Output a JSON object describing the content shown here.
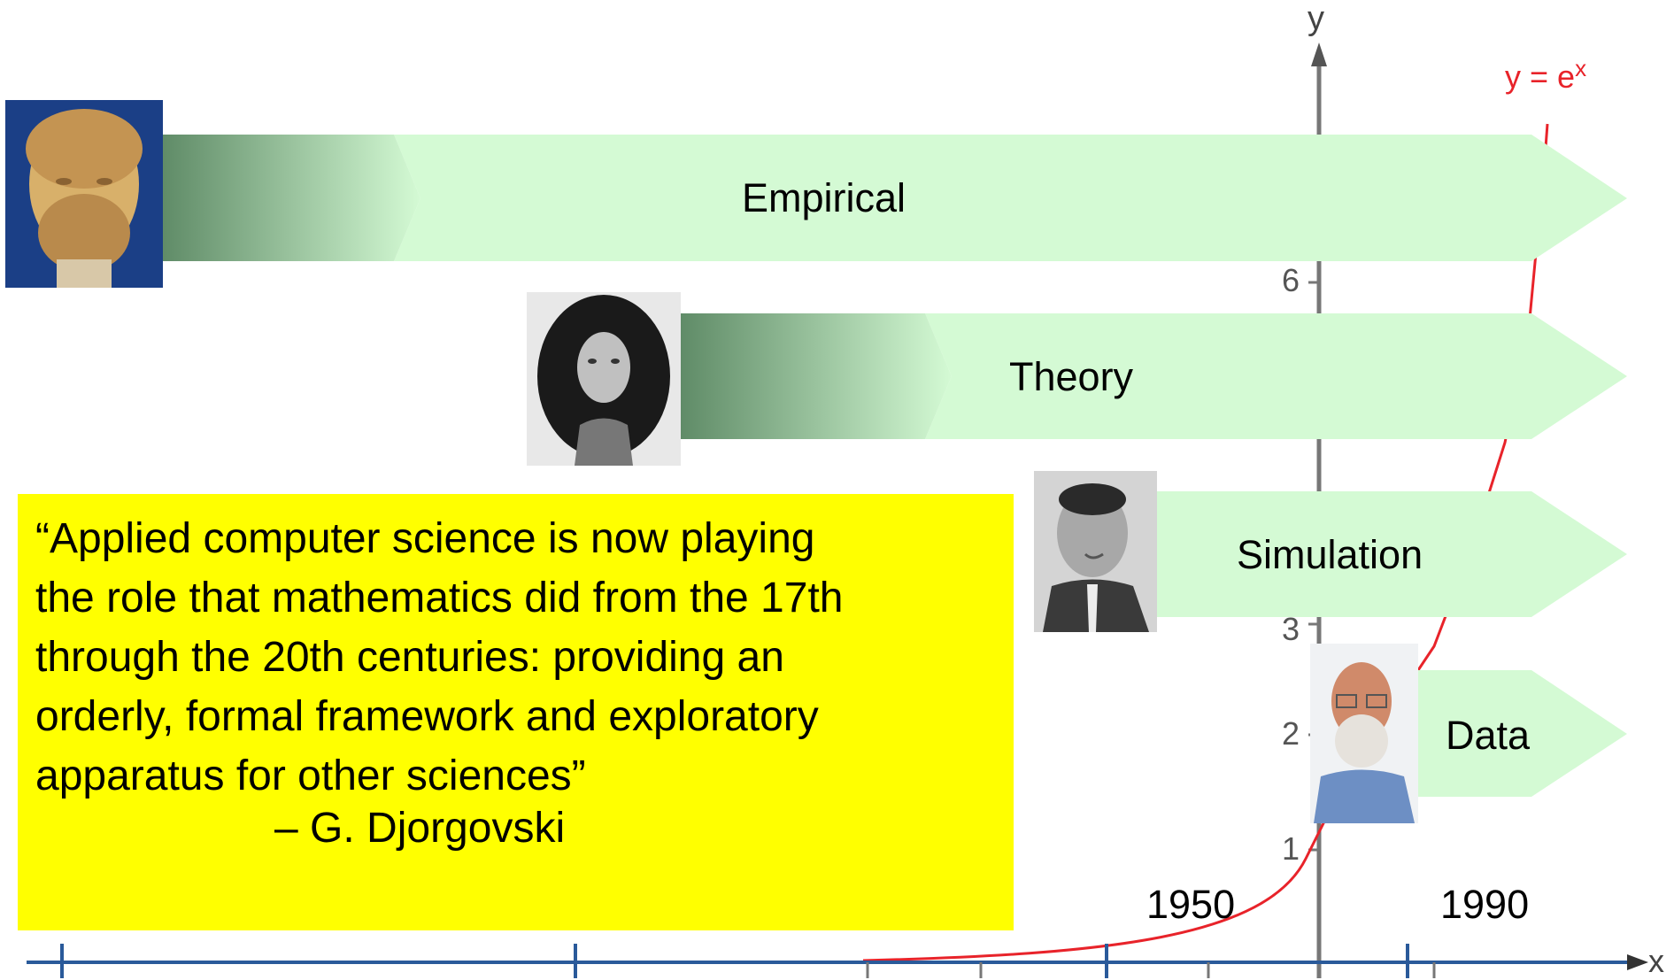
{
  "graph": {
    "y_axis_label": "y",
    "x_axis_label": "x",
    "curve_label_base": "y = e",
    "curve_label_exp": "x",
    "y_ticks": [
      "6",
      "3",
      "2",
      "1"
    ],
    "curve_color": "#e8232a",
    "axis_color": "#777777"
  },
  "bands": [
    {
      "label": "Empirical",
      "portrait": "aristotle-bust"
    },
    {
      "label": "Theory",
      "portrait": "leibniz-portrait"
    },
    {
      "label": "Simulation",
      "portrait": "von-neumann-photo"
    },
    {
      "label": "Data",
      "portrait": "jim-gray-photo"
    }
  ],
  "quote": {
    "text": "“Applied computer science is now playing\nthe role that mathematics did from the 17th\nthrough the 20th centuries: providing an\norderly, formal framework and exploratory\napparatus for other sciences”",
    "attribution": "– G. Djorgovski"
  },
  "timeline": {
    "year_1": "1950",
    "year_2": "1990",
    "line_color": "#2a5a9a"
  },
  "colors": {
    "band_fill": "#d4fad4",
    "band_shadow": "#5e8a66",
    "quote_bg": "#ffff00"
  }
}
